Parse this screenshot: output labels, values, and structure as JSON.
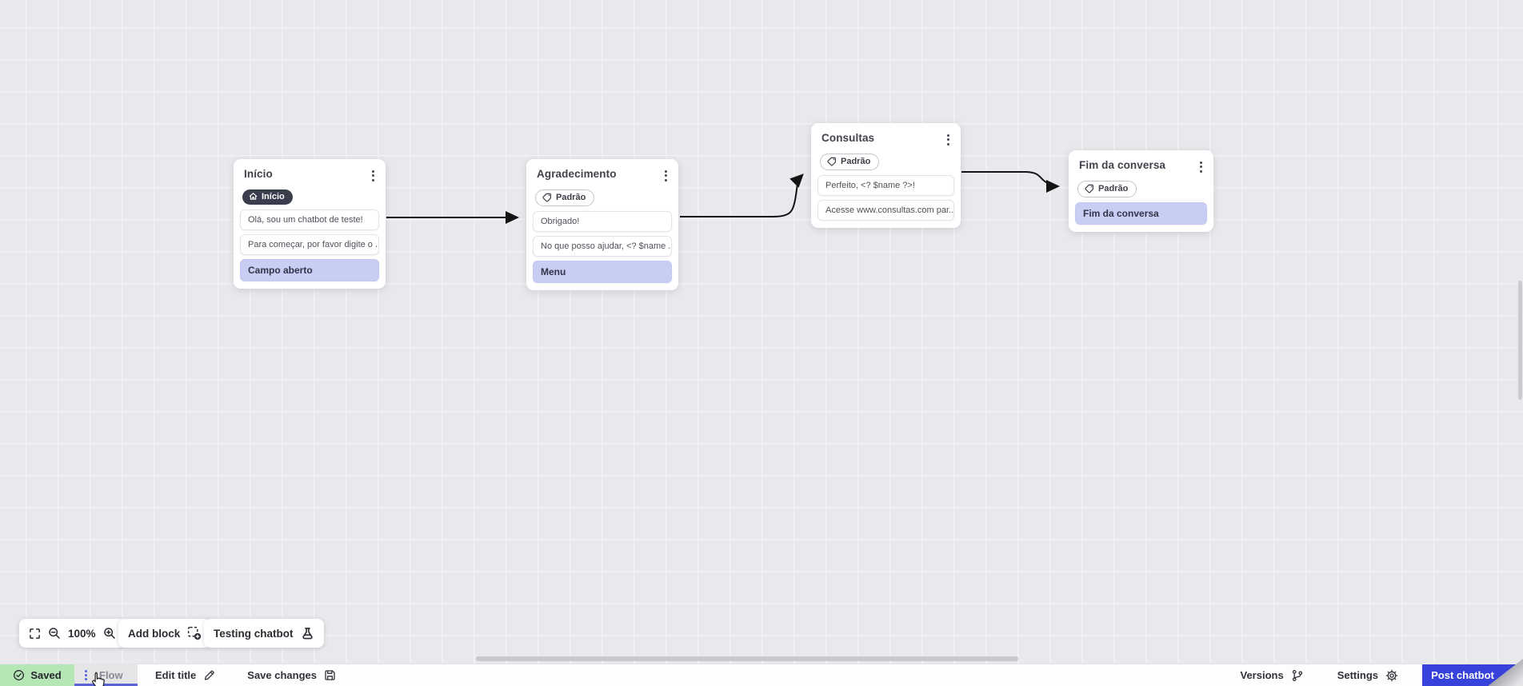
{
  "canvas": {
    "zoom_level": "100%",
    "add_block_label": "Add block",
    "testing_label": "Testing chatbot",
    "nodes": [
      {
        "title": "Início",
        "badge": "Início",
        "badge_type": "start",
        "rows": [
          "Olá, sou um chatbot de teste!",
          "Para começar, por favor digite o ...",
          "Campo aberto"
        ]
      },
      {
        "title": "Agradecimento",
        "badge": "Padrão",
        "badge_type": "default",
        "rows": [
          "Obrigado!",
          "No que posso ajudar, <? $name ...",
          "Menu"
        ]
      },
      {
        "title": "Consultas",
        "badge": "Padrão",
        "badge_type": "default",
        "rows": [
          "Perfeito, <? $name ?>!",
          "Acesse www.consultas.com par..."
        ]
      },
      {
        "title": "Fim da conversa",
        "badge": "Padrão",
        "badge_type": "default",
        "rows": [
          "Fim da conversa"
        ]
      }
    ]
  },
  "statusbar": {
    "saved": "Saved",
    "flow_tab": "Flow",
    "edit_title": "Edit title",
    "save_changes": "Save changes",
    "versions": "Versions",
    "settings": "Settings",
    "post_chatbot": "Post chatbot"
  },
  "colors": {
    "accent_blue": "#3642d9",
    "lavender_row": "#c7cdf3",
    "saved_green": "#b5e6b5",
    "tab_underline": "#5a62d6",
    "dark_badge": "#3a3e4c",
    "canvas_bg": "#e9e8ec"
  }
}
